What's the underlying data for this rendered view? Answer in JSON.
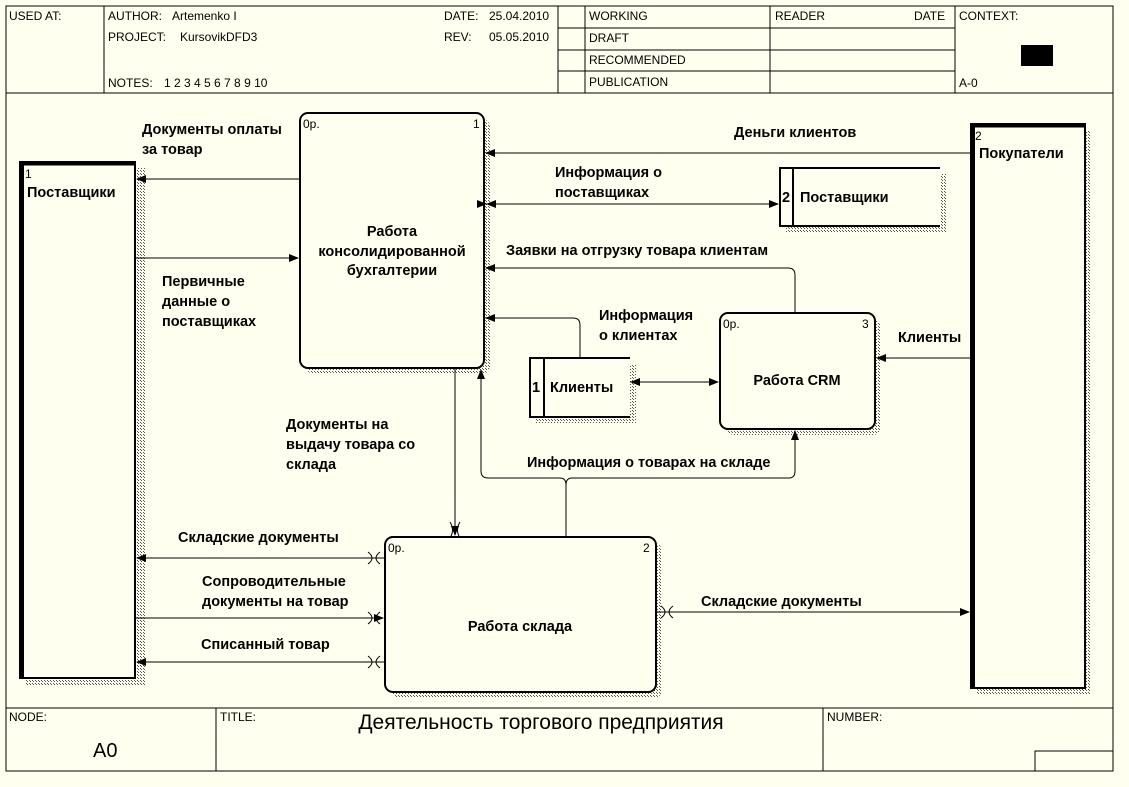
{
  "header": {
    "used_at_label": "USED AT:",
    "author_label": "AUTHOR:",
    "author": "Artemenko I",
    "project_label": "PROJECT:",
    "project": "KursovikDFD3",
    "date_label": "DATE:",
    "date": "25.04.2010",
    "rev_label": "REV:",
    "rev": "05.05.2010",
    "notes_label": "NOTES:",
    "notes": "1  2  3  4  5  6  7  8  9  10",
    "status": [
      "WORKING",
      "DRAFT",
      "RECOMMENDED",
      "PUBLICATION"
    ],
    "reader_label": "READER",
    "reader_date_label": "DATE",
    "context_label": "CONTEXT:",
    "context_node": "A-0"
  },
  "footer": {
    "node_label": "NODE:",
    "node": "A0",
    "title_label": "TITLE:",
    "title": "Деятельность торгового предприятия",
    "number_label": "NUMBER:"
  },
  "entities": [
    {
      "num": "1",
      "label": "Поставщики"
    },
    {
      "num": "2",
      "label": "Покупатели"
    }
  ],
  "processes": [
    {
      "num": "1",
      "op": "0p.",
      "label": [
        "Работа",
        "консолидированной",
        "бухгалтерии"
      ]
    },
    {
      "num": "3",
      "op": "0p.",
      "label": [
        "Работа CRM"
      ]
    },
    {
      "num": "2",
      "op": "0p.",
      "label": [
        "Работа склада"
      ]
    }
  ],
  "stores": [
    {
      "num": "2",
      "label": "Поставщики"
    },
    {
      "num": "1",
      "label": "Клиенты"
    }
  ],
  "flows": {
    "doc_pay": [
      "Документы оплаты",
      "за товар"
    ],
    "primary": [
      "Первичные",
      "данные о",
      "поставщиках"
    ],
    "money": [
      "Деньги клиентов"
    ],
    "info_suppliers": [
      "Информация о",
      "поставщиках"
    ],
    "orders": [
      "Заявки на отгрузку товара клиентам"
    ],
    "info_clients": [
      "Информация",
      "о клиентах"
    ],
    "clients": [
      "Клиенты"
    ],
    "docs_issue": [
      "Документы на",
      "выдачу товара со",
      "склада"
    ],
    "info_goods": [
      "Информация о товарах на складе"
    ],
    "warehouse_docs_left": [
      "Складские документы"
    ],
    "accompany": [
      "Сопроводительные",
      "документы на товар"
    ],
    "written_off": [
      "Списанный товар"
    ],
    "warehouse_docs_right": [
      "Складские документы"
    ]
  }
}
